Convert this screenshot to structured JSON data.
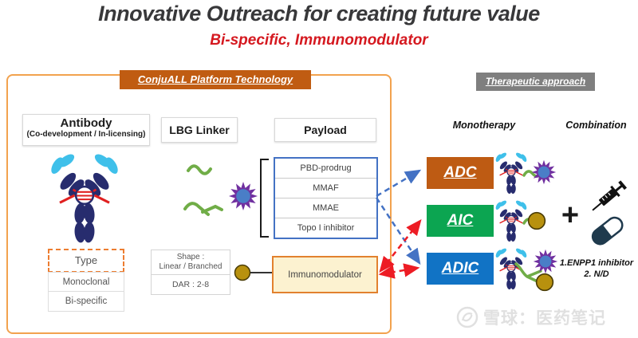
{
  "title": "Innovative Outreach for creating future value",
  "subtitle": "Bi-specific, Immunomodulator",
  "platform": {
    "header": "ConjuALL Platform Technology",
    "antibody_header": "Antibody",
    "antibody_subheader": "(Co-development / In-licensing)",
    "linker_header": "LBG Linker",
    "payload_header": "Payload",
    "type_label": "Type",
    "type_items": [
      "Monoclonal",
      "Bi-specific"
    ],
    "linker_shape_line1": "Shape :",
    "linker_shape_line2": "Linear / Branched",
    "linker_dar": "DAR : 2-8",
    "payload_items": [
      "PBD-prodrug",
      "MMAF",
      "MMAE",
      "Topo I inhibitor"
    ],
    "immunomodulator": "Immunomodulator"
  },
  "therapeutic": {
    "header": "Therapeutic approach",
    "monotherapy": "Monotherapy",
    "combination": "Combination",
    "adc": "ADC",
    "aic": "AIC",
    "adic": "ADIC",
    "plus": "+",
    "note_line1": "1.ENPP1 inhibitor",
    "note_line2": "2. N/D"
  },
  "watermark": "雪球：医药笔记",
  "colors": {
    "accent_orange": "#C05C12",
    "platform_border": "#F2A24E",
    "adc": "#BE5B13",
    "aic": "#0CA551",
    "adic": "#1173C5",
    "arrow_blue": "#4472C4",
    "arrow_red": "#ED1C24",
    "linker_green": "#70AD47",
    "payload_purple": "#7030A0",
    "subtitle_red": "#D51920"
  }
}
